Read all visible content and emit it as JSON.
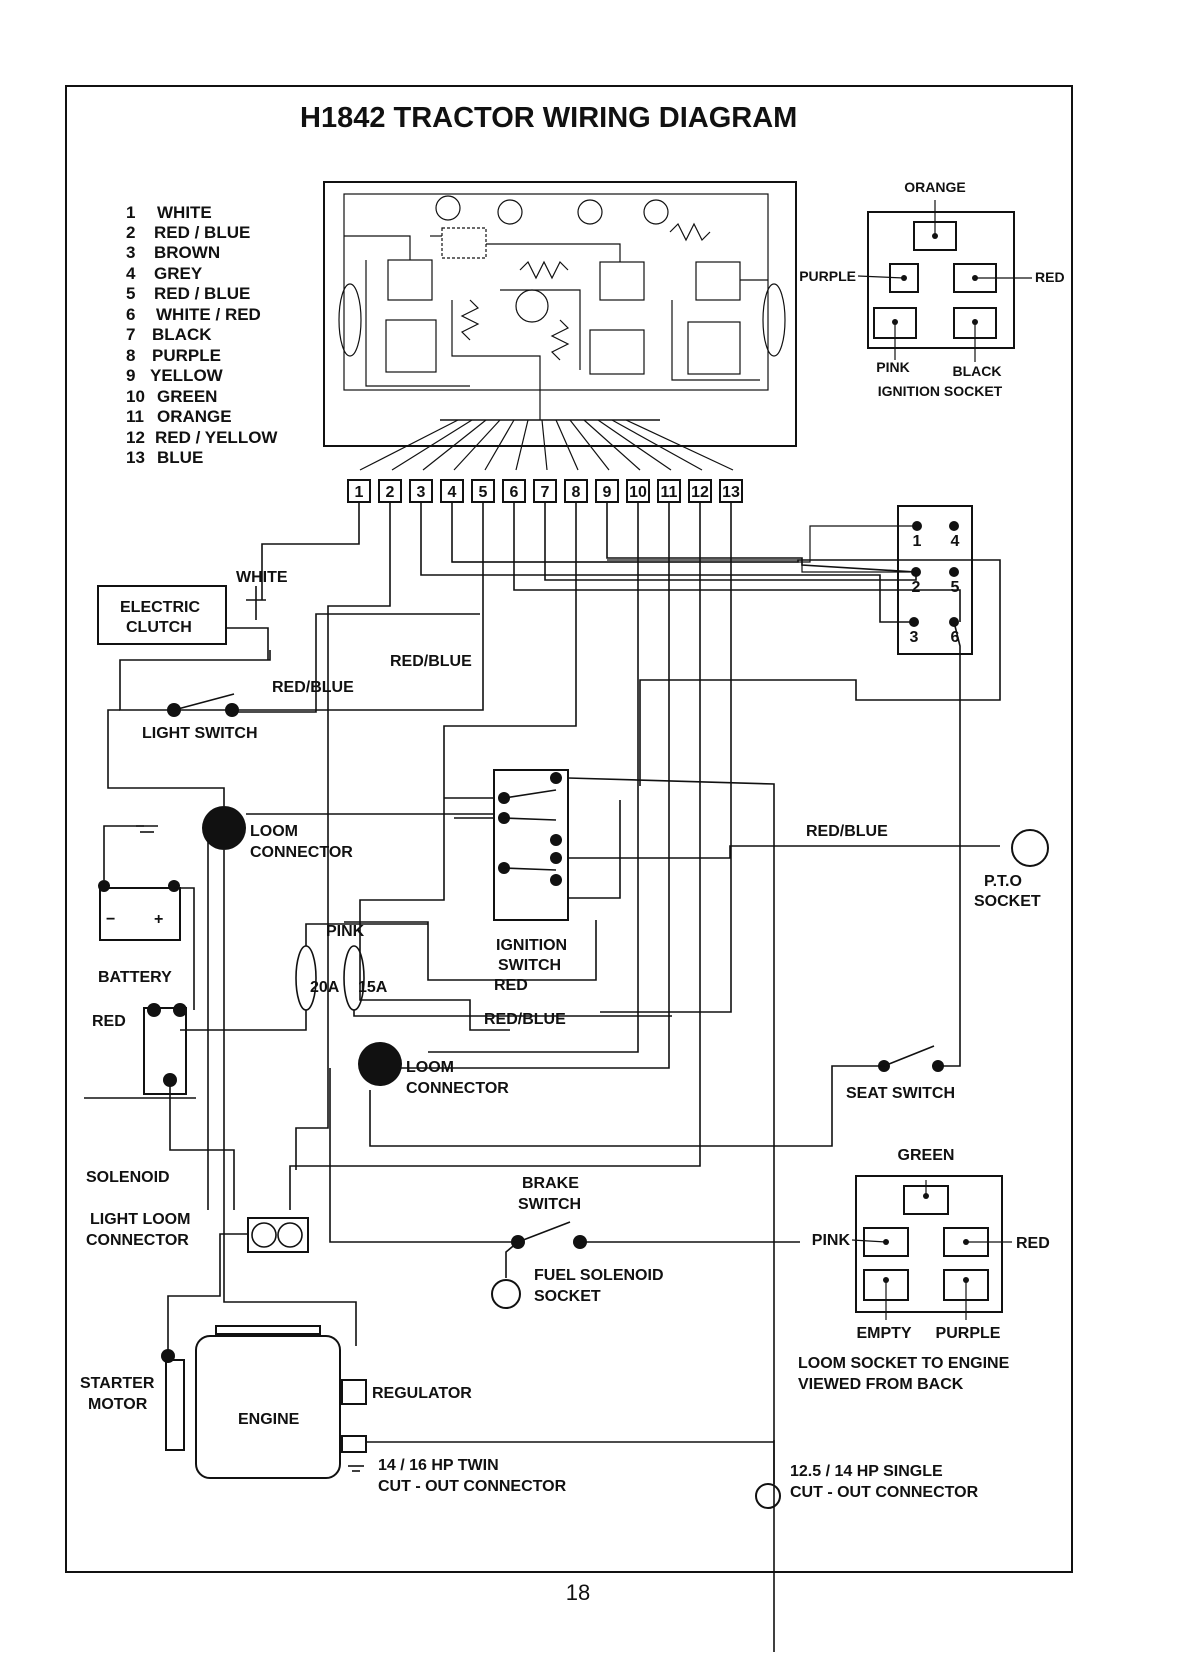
{
  "title": "H1842 TRACTOR WIRING DIAGRAM",
  "page_number": "18",
  "legend": [
    {
      "n": "1",
      "color": "WHITE"
    },
    {
      "n": "2",
      "color": "RED / BLUE"
    },
    {
      "n": "3",
      "color": "BROWN"
    },
    {
      "n": "4",
      "color": "GREY"
    },
    {
      "n": "5",
      "color": "RED / BLUE"
    },
    {
      "n": "6",
      "color": "WHITE / RED"
    },
    {
      "n": "7",
      "color": "BLACK"
    },
    {
      "n": "8",
      "color": "PURPLE"
    },
    {
      "n": "9",
      "color": "YELLOW"
    },
    {
      "n": "10",
      "color": "GREEN"
    },
    {
      "n": "11",
      "color": "ORANGE"
    },
    {
      "n": "12",
      "color": "RED / YELLOW"
    },
    {
      "n": "13",
      "color": "BLUE"
    }
  ],
  "terminals": [
    "1",
    "2",
    "3",
    "4",
    "5",
    "6",
    "7",
    "8",
    "9",
    "10",
    "11",
    "12",
    "13"
  ],
  "ignition_socket": {
    "top": "ORANGE",
    "left": "PURPLE",
    "right": "RED",
    "bottom_left": "PINK",
    "bottom_right": "BLACK",
    "caption": "IGNITION SOCKET"
  },
  "six_pin": [
    "1",
    "4",
    "2",
    "5",
    "3",
    "6"
  ],
  "labels": {
    "white": "WHITE",
    "electric_clutch_1": "ELECTRIC",
    "electric_clutch_2": "CLUTCH",
    "red_blue_a": "RED/BLUE",
    "red_blue_b": "RED/BLUE",
    "light_switch": "LIGHT SWITCH",
    "loom_connector_1a": "LOOM",
    "loom_connector_1b": "CONNECTOR",
    "red_blue_c": "RED/BLUE",
    "pto_1": "P.T.O",
    "pto_2": "SOCKET",
    "battery": "BATTERY",
    "pink": "PINK",
    "fuse_20": "20A",
    "fuse_15": "15A",
    "ignition_1": "IGNITION",
    "ignition_2": "SWITCH",
    "red": "RED",
    "red_small": "RED",
    "red_blue_d": "RED/BLUE",
    "loom_connector_2a": "LOOM",
    "loom_connector_2b": "CONNECTOR",
    "seat_switch": "SEAT SWITCH",
    "solenoid": "SOLENOID",
    "light_loom_1": "LIGHT LOOM",
    "light_loom_2": "CONNECTOR",
    "brake_1": "BRAKE",
    "brake_2": "SWITCH",
    "fuel_1": "FUEL SOLENOID",
    "fuel_2": "SOCKET",
    "starter_1": "STARTER",
    "starter_2": "MOTOR",
    "engine": "ENGINE",
    "regulator": "REGULATOR",
    "twin_1": "14 / 16 HP TWIN",
    "twin_2": "CUT - OUT CONNECTOR",
    "single_1": "12.5 / 14 HP SINGLE",
    "single_2": "CUT - OUT CONNECTOR",
    "minus": "−",
    "plus": "+"
  },
  "loom_socket": {
    "top": "GREEN",
    "left": "PINK",
    "right": "RED",
    "bottom_left": "EMPTY",
    "bottom_right": "PURPLE",
    "caption_1": "LOOM SOCKET TO ENGINE",
    "caption_2": "VIEWED FROM BACK"
  }
}
